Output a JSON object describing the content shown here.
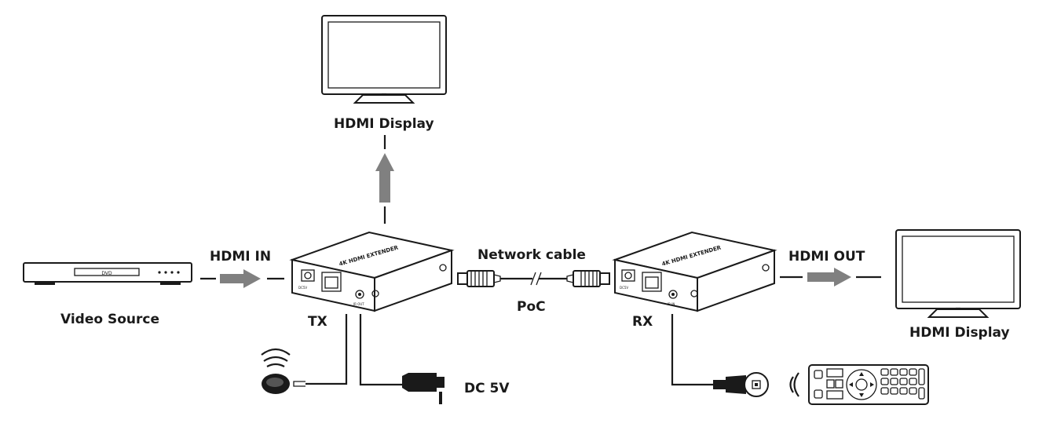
{
  "labels": {
    "hdmi_display_top": "HDMI Display",
    "hdmi_in": "HDMI IN",
    "video_source": "Video Source",
    "tx": "TX",
    "network_cable": "Network cable",
    "poc": "PoC",
    "rx": "RX",
    "hdmi_out": "HDMI OUT",
    "hdmi_display_right": "HDMI Display",
    "dc_5v": "DC 5V"
  },
  "device_text": {
    "dvd": "DVD",
    "extender_name": "4K HDMI EXTENDER",
    "tx_port_label": "IR OUT",
    "rx_port_label": "IR IN",
    "tx_power_label": "DC5V",
    "rx_power_label": "DC5V"
  },
  "colors": {
    "line": "#1a1a1a",
    "arrow": "#808080",
    "device_fill": "#ffffff"
  }
}
